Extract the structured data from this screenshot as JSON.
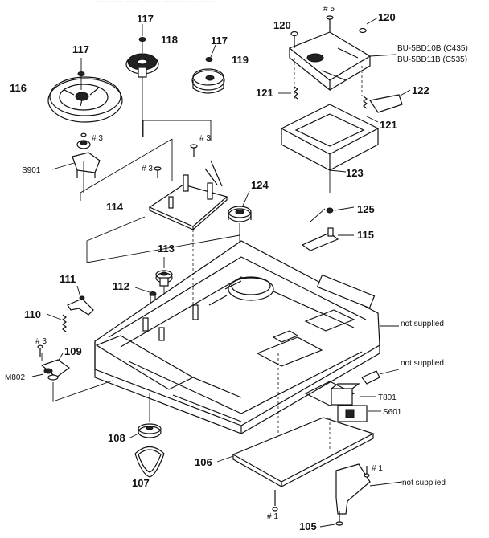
{
  "header": {
    "partial_text": "— —— —— —— ——— — ——"
  },
  "models": {
    "pickup_a": "BU-5BD10B (C435)",
    "pickup_b": "BU-5BD11B (C535)"
  },
  "notes": {
    "not_supplied_1": "not supplied",
    "not_supplied_2": "not supplied",
    "not_supplied_3": "not supplied"
  },
  "screws": {
    "s3_a": "# 3",
    "s3_b": "# 3",
    "s3_c": "# 3",
    "s3_d": "# 3",
    "s5": "# 5",
    "s1_a": "# 1",
    "s1_b": "# 1"
  },
  "parts": {
    "p105": "105",
    "p106": "106",
    "p107": "107",
    "p108": "108",
    "p109": "109",
    "p110": "110",
    "p111": "111",
    "p112": "112",
    "p113": "113",
    "p114": "114",
    "p115": "115",
    "p116": "116",
    "p117a": "117",
    "p117b": "117",
    "p117c": "117",
    "p118": "118",
    "p119": "119",
    "p120a": "120",
    "p120b": "120",
    "p121a": "121",
    "p121b": "121",
    "p122": "122",
    "p123": "123",
    "p124": "124",
    "p125": "125",
    "S901": "S901",
    "M802": "M802",
    "T801": "T801",
    "S601": "S601"
  }
}
